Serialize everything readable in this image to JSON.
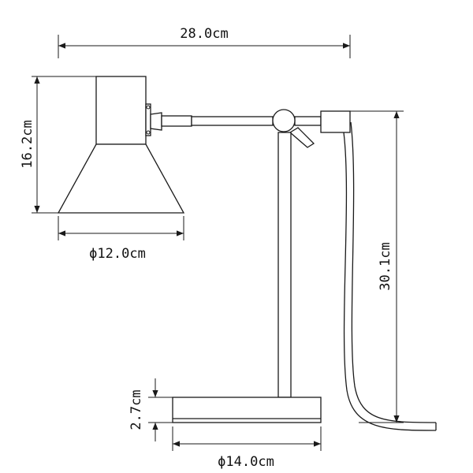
{
  "dimensions": {
    "total_width": "28.0cm",
    "shade_height": "16.2cm",
    "shade_diameter": "ϕ12.0cm",
    "total_height": "30.1cm",
    "base_height": "2.7cm",
    "base_diameter": "ϕ14.0cm"
  },
  "colors": {
    "line": "#1a1a1a",
    "background": "#ffffff"
  }
}
